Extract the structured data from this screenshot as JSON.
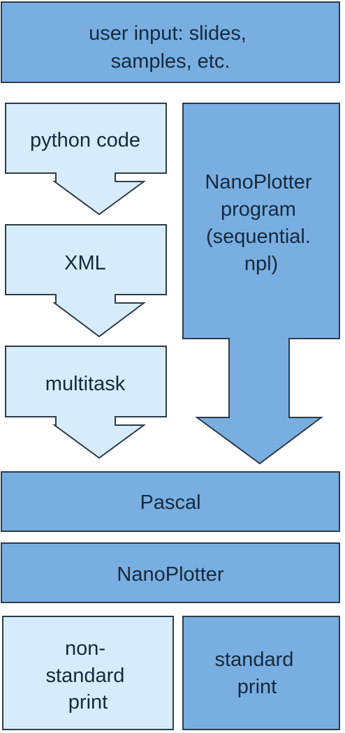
{
  "colors": {
    "dark": "#79aee0",
    "light": "#d6ecfa",
    "stroke": "#2e3b48",
    "text": "#152a3f"
  },
  "nodes": {
    "user_input": {
      "lines": [
        "user input: slides,",
        "samples, etc."
      ]
    },
    "python_code": {
      "lines": [
        "python code"
      ]
    },
    "xml": {
      "lines": [
        "XML"
      ]
    },
    "multitask": {
      "lines": [
        "multitask"
      ]
    },
    "nanoplotter_program": {
      "lines": [
        "NanoPlotter",
        "program",
        "(sequential.",
        "npl)"
      ]
    },
    "pascal": {
      "lines": [
        "Pascal"
      ]
    },
    "nanoplotter": {
      "lines": [
        "NanoPlotter"
      ]
    },
    "non_standard_print": {
      "lines": [
        "non-",
        "standard",
        "print"
      ]
    },
    "standard_print": {
      "lines": [
        "standard",
        "print"
      ]
    }
  },
  "edges": [
    {
      "from": "python_code",
      "to": "xml"
    },
    {
      "from": "xml",
      "to": "multitask"
    },
    {
      "from": "multitask",
      "to": "pascal"
    },
    {
      "from": "nanoplotter_program",
      "to": "pascal"
    }
  ]
}
